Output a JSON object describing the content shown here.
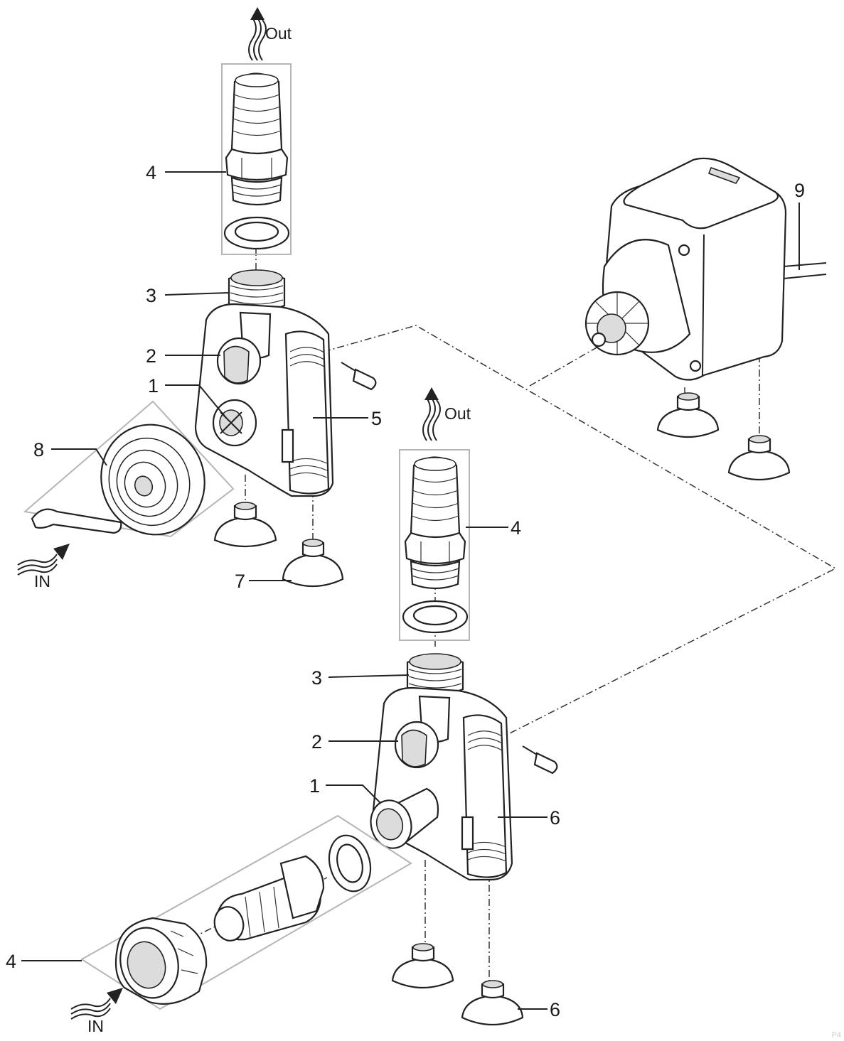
{
  "flow_labels": {
    "out_top": "Out",
    "out_mid": "Out",
    "in_left": "IN",
    "in_bottom": "IN"
  },
  "part_labels": {
    "a_hose_tail_top": "4",
    "a_outlet": "3",
    "a_regulator": "2",
    "a_inlet": "1",
    "a_housing": "5",
    "a_prefilter": "8",
    "a_suction_foot": "7",
    "motor_block": "9",
    "b_hose_tail_outlet": "4",
    "b_outlet": "3",
    "b_regulator": "2",
    "b_inlet": "1",
    "b_housing": "6",
    "b_hose_kit_inlet": "4",
    "b_suction_foot": "6"
  },
  "page_mark": "P4",
  "colors": {
    "line": "#222222",
    "frame": "#b5b5b5",
    "shade": "#dcdcdc"
  }
}
